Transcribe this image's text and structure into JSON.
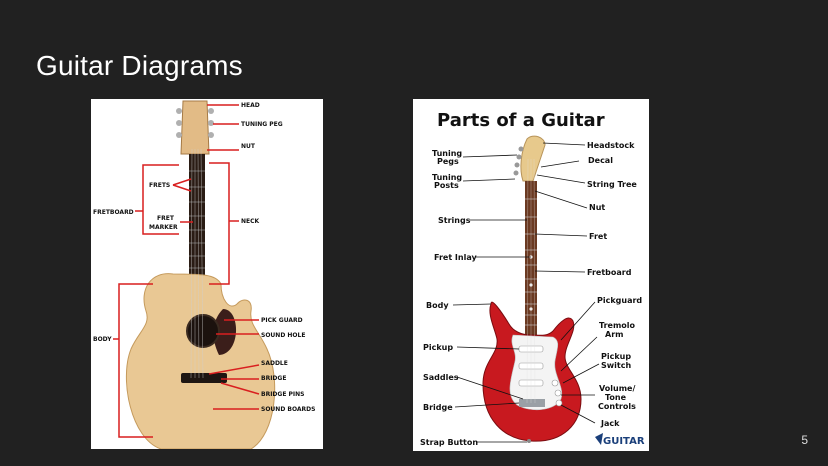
{
  "slide": {
    "title": "Guitar Diagrams",
    "page_number": "5"
  },
  "acoustic_diagram": {
    "labels": {
      "head": "HEAD",
      "tuning_peg": "TUNING PEG",
      "nut": "NUT",
      "frets": "FRETS",
      "fretboard": "FRETBOARD",
      "fret": "FRET",
      "marker": "MARKER",
      "neck": "NECK",
      "body": "BODY",
      "pick_guard": "PICK GUARD",
      "sound_hole": "SOUND HOLE",
      "saddle": "SADDLE",
      "bridge": "BRIDGE",
      "bridge_pins": "BRIDGE PINS",
      "sound_boards": "SOUND BOARDS"
    },
    "colors": {
      "callout": "#d91f1f",
      "wood": "#e9c894"
    }
  },
  "electric_diagram": {
    "title": "Parts of a Guitar",
    "labels": {
      "tuning_pegs_1": "Tuning",
      "tuning_pegs_2": "Pegs",
      "tuning_posts_1": "Tuning",
      "tuning_posts_2": "Posts",
      "strings": "Strings",
      "fret_inlay": "Fret Inlay",
      "body": "Body",
      "pickup": "Pickup",
      "saddles": "Saddles",
      "bridge": "Bridge",
      "strap_button": "Strap Button",
      "headstock": "Headstock",
      "decal": "Decal",
      "string_tree": "String Tree",
      "nut": "Nut",
      "fret": "Fret",
      "fretboard": "Fretboard",
      "pickguard": "Pickguard",
      "tremolo_1": "Tremolo",
      "tremolo_2": "Arm",
      "pickup_switch_1": "Pickup",
      "pickup_switch_2": "Switch",
      "volume_1": "Volume/",
      "volume_2": "Tone",
      "volume_3": "Controls",
      "jack": "Jack"
    },
    "logo": "GUITAR",
    "colors": {
      "body": "#c8191f",
      "neck": "#6b3a22"
    }
  }
}
